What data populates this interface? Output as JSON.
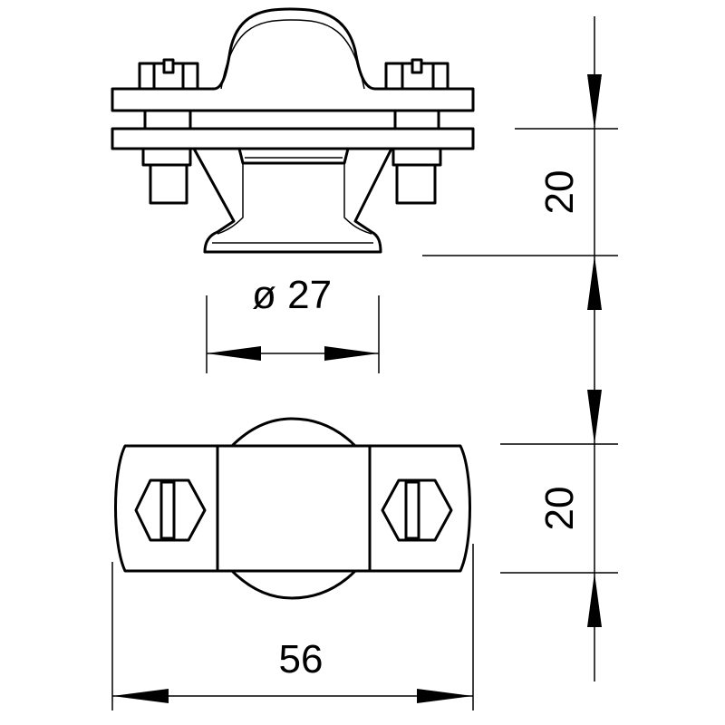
{
  "drawing": {
    "dimensions": {
      "diameter": "ø 27",
      "height_side_view": "20",
      "height_top_view": "20",
      "width_top_view": "56"
    }
  }
}
